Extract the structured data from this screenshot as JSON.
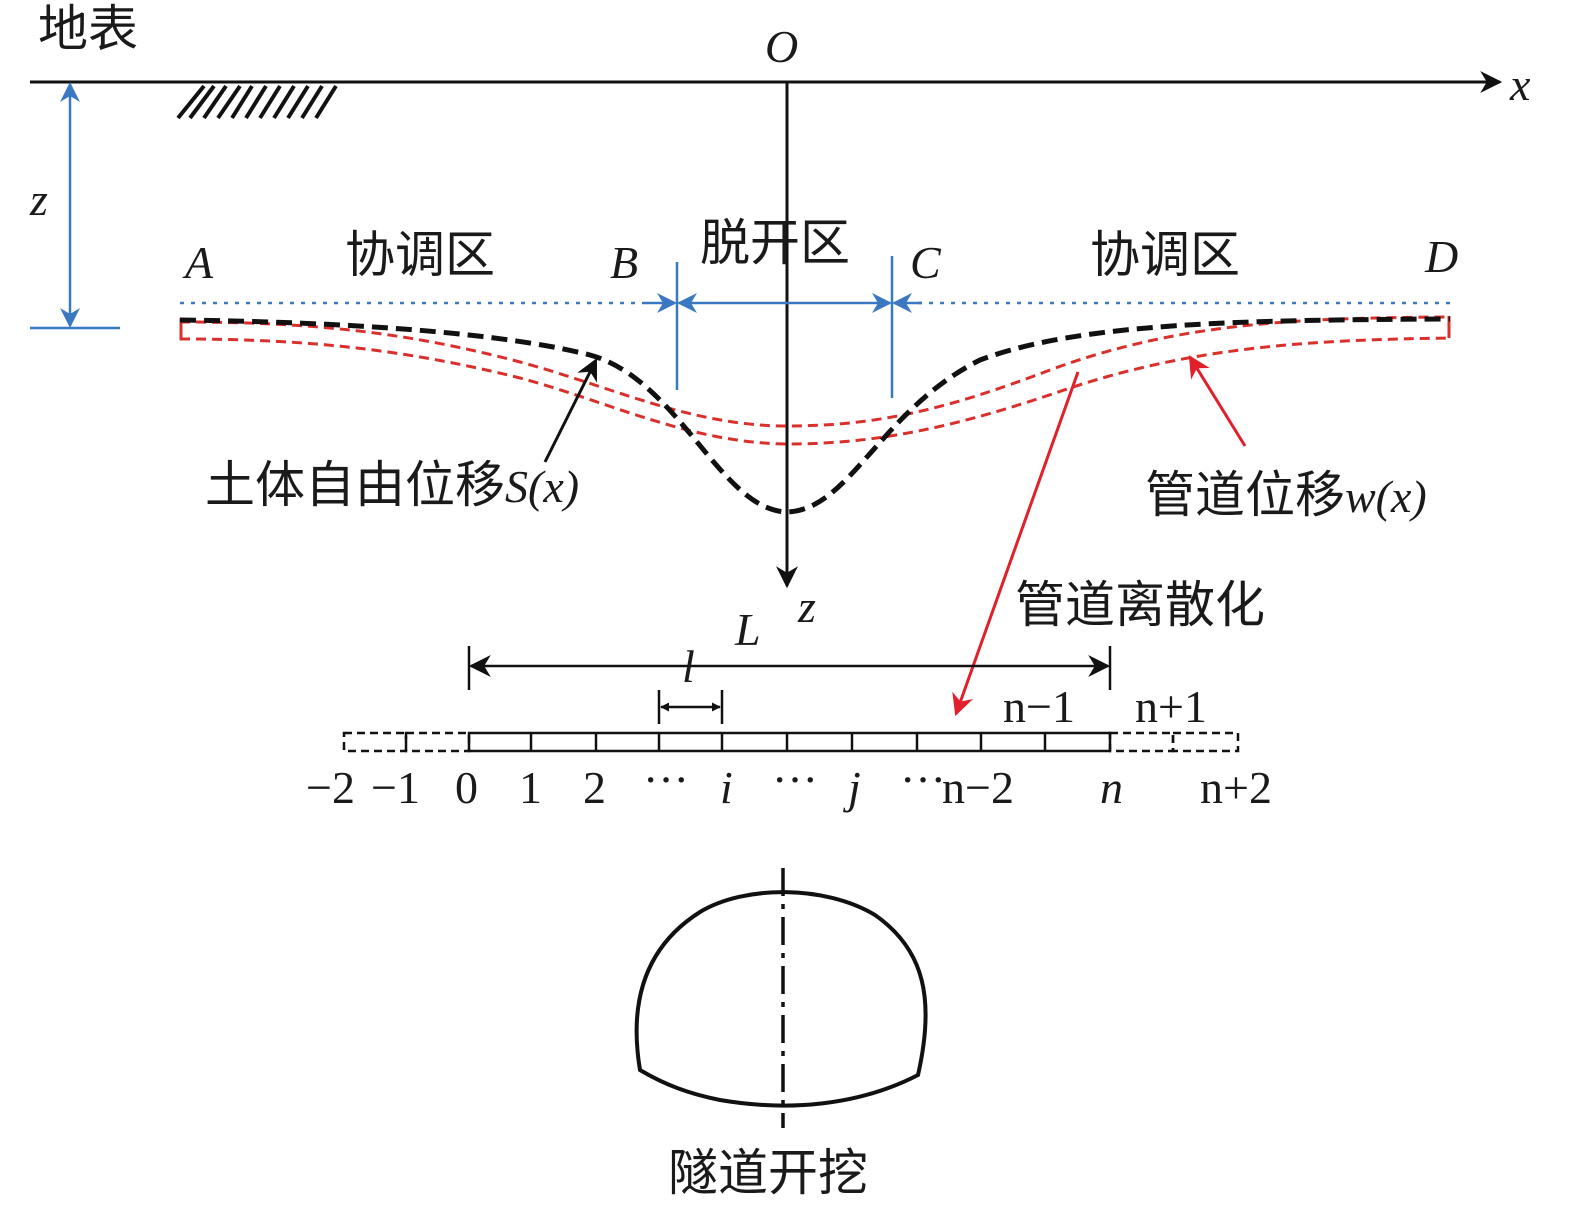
{
  "ground_label": "地表",
  "origin_label": "O",
  "x_axis_label": "x",
  "depth_label": "z",
  "z_axis_label": "z",
  "points": {
    "a": "A",
    "b": "B",
    "c": "C",
    "d": "D"
  },
  "zones": {
    "left": "协调区",
    "middle": "脱开区",
    "right": "协调区"
  },
  "soil_label_text": "土体自由位移",
  "soil_label_math": "S(x)",
  "pipe_label_text": "管道位移",
  "pipe_label_math": "w(x)",
  "discretize_label": "管道离散化",
  "length_total": "L",
  "length_element": "l",
  "above_labels": {
    "n_minus_1": "n−1",
    "n_plus_1": "n+1"
  },
  "node_labels": {
    "m2": "−2",
    "m1": "−1",
    "n0": "0",
    "n1": "1",
    "n2": "2",
    "dots1": "···",
    "i": "i",
    "dots2": "···",
    "j": "j",
    "dots3": "···",
    "nm2": "n−2",
    "n": "n",
    "np2": "n+2"
  },
  "tunnel_label": "隧道开挖",
  "colors": {
    "soil": "#111111",
    "pipe": "#d9302c",
    "blue": "#3a78c2",
    "arrow_red": "#e0202a"
  }
}
